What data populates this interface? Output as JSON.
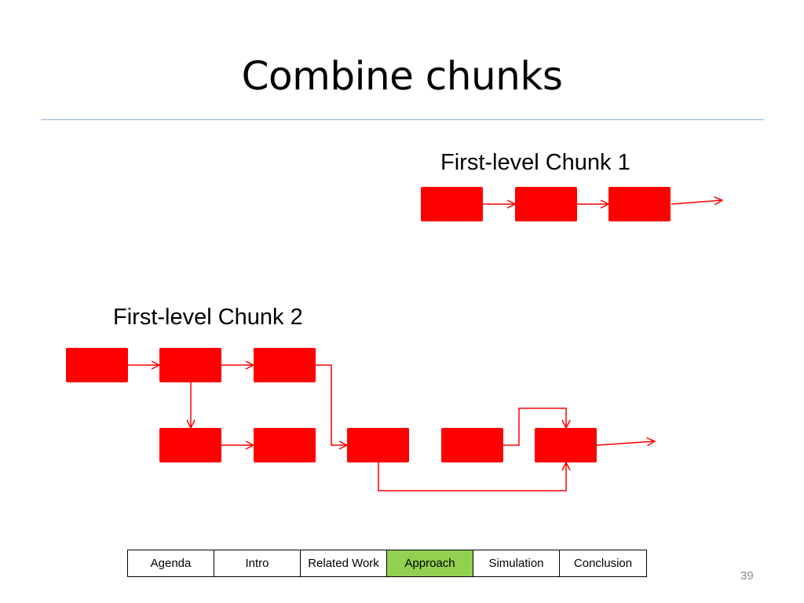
{
  "slide": {
    "title": "Combine chunks",
    "page_number": "39"
  },
  "diagram": {
    "node_color": "#ff0000",
    "edge_color": "#ff0000",
    "chunks": [
      {
        "label": "First-level Chunk 1",
        "nodes": [
          "c1-n1",
          "c1-n2",
          "c1-n3"
        ],
        "edges": [
          {
            "from": "c1-n1",
            "to": "c1-n2"
          },
          {
            "from": "c1-n2",
            "to": "c1-n3"
          },
          {
            "from": "c1-n3",
            "to": "exit"
          }
        ]
      },
      {
        "label": "First-level Chunk 2",
        "nodes": [
          "c2-a1",
          "c2-a2",
          "c2-a3",
          "c2-b1",
          "c2-b2",
          "c2-b3",
          "c2-b4",
          "c2-b5"
        ],
        "edges": [
          {
            "from": "c2-a1",
            "to": "c2-a2"
          },
          {
            "from": "c2-a2",
            "to": "c2-a3"
          },
          {
            "from": "c2-a2",
            "to": "c2-b1"
          },
          {
            "from": "c2-b1",
            "to": "c2-b2"
          },
          {
            "from": "c2-a3",
            "to": "c2-b3"
          },
          {
            "from": "c2-b3",
            "to": "c2-b5"
          },
          {
            "from": "c2-b4",
            "to": "c2-b5"
          },
          {
            "from": "c2-b5",
            "to": "exit"
          }
        ]
      }
    ]
  },
  "nav": {
    "items": [
      {
        "label": "Agenda",
        "active": false
      },
      {
        "label": "Intro",
        "active": false
      },
      {
        "label": "Related Work",
        "active": false
      },
      {
        "label": "Approach",
        "active": true
      },
      {
        "label": "Simulation",
        "active": false
      },
      {
        "label": "Conclusion",
        "active": false
      }
    ],
    "active_color": "#92d050"
  }
}
